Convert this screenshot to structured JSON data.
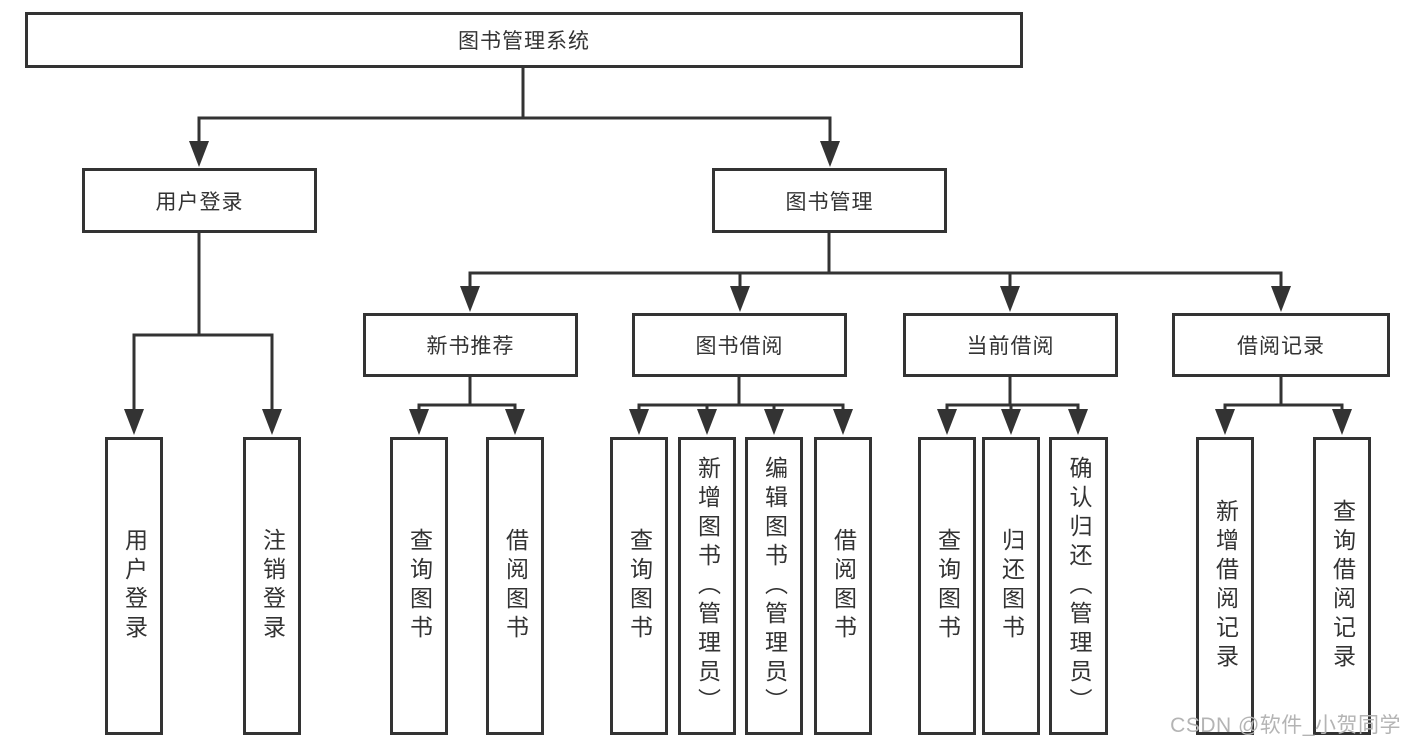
{
  "tree": {
    "label": "图书管理系统",
    "children": [
      {
        "label": "用户登录",
        "children": [
          {
            "label": "用户登录"
          },
          {
            "label": "注销登录"
          }
        ]
      },
      {
        "label": "图书管理",
        "children": [
          {
            "label": "新书推荐",
            "children": [
              {
                "label": "查询图书"
              },
              {
                "label": "借阅图书"
              }
            ]
          },
          {
            "label": "图书借阅",
            "children": [
              {
                "label": "查询图书"
              },
              {
                "label": "新增图书（管理员）"
              },
              {
                "label": "编辑图书（管理员）"
              },
              {
                "label": "借阅图书"
              }
            ]
          },
          {
            "label": "当前借阅",
            "children": [
              {
                "label": "查询图书"
              },
              {
                "label": "归还图书"
              },
              {
                "label": "确认归还（管理员）"
              }
            ]
          },
          {
            "label": "借阅记录",
            "children": [
              {
                "label": "新增借阅记录"
              },
              {
                "label": "查询借阅记录"
              }
            ]
          }
        ]
      }
    ]
  },
  "watermark": {
    "text": "CSDN @软件_小贺同学"
  },
  "colors": {
    "line": "#333333",
    "border": "#333333",
    "text": "#333333",
    "watermark": "#b4b4b4",
    "background": "#ffffff"
  }
}
